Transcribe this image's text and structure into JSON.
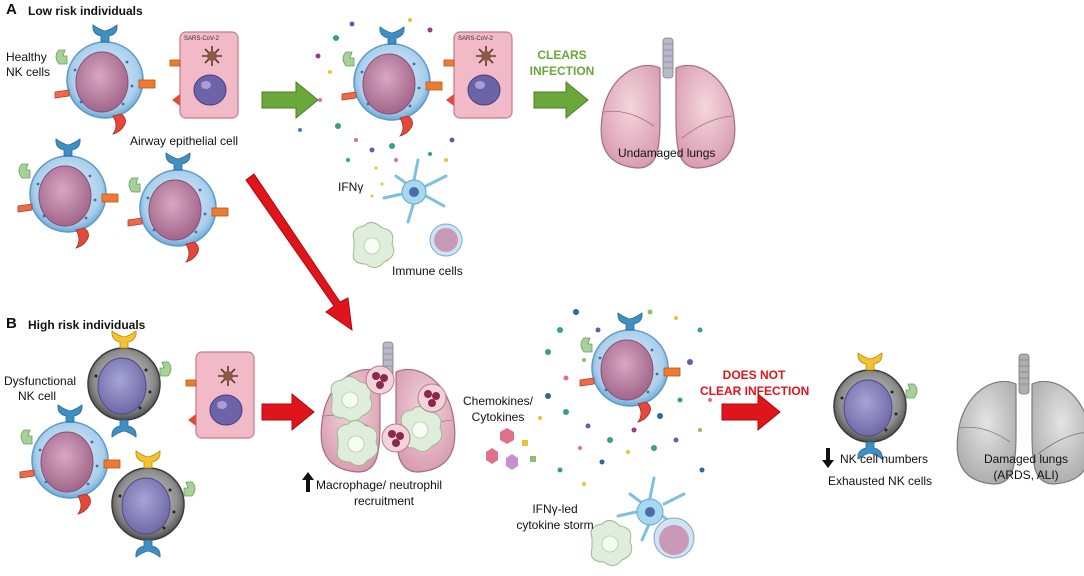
{
  "panel_a": {
    "letter": "A",
    "title": "Low risk individuals",
    "healthy_nk_line1": "Healthy",
    "healthy_nk_line2": "NK cells",
    "airway_cell": "Airway epithelial cell",
    "virus_label": "SARS-CoV-2",
    "virus_label_2": "SARS-CoV-2",
    "clears_line1": "CLEARS",
    "clears_line2": "INFECTION",
    "ifn": "IFNγ",
    "immune_cells": "Immune cells",
    "lungs": "Undamaged lungs"
  },
  "panel_b": {
    "letter": "B",
    "title": "High risk individuals",
    "dys_line1": "Dysfunctional",
    "dys_line2": "NK cell",
    "chemo_line1": "Chemokines/",
    "chemo_line2": "Cytokines",
    "macro_line1": "Macrophage/ neutrophil",
    "macro_line2": "recruitment",
    "storm_line1": "IFNγ-led",
    "storm_line2": "cytokine storm",
    "not_clear_line1": "DOES NOT",
    "not_clear_line2": "CLEAR INFECTION",
    "nk_numbers": "NK cell numbers",
    "exhausted": "Exhausted NK cells",
    "damaged_line1": "Damaged lungs",
    "damaged_line2": "(ARDS, ALI)"
  },
  "colors": {
    "green_arrow": "#6aa83a",
    "red_arrow": "#e0141b",
    "healthy_cell": "#bcd9ef",
    "nucleus": "#b87a9c",
    "dysfunctional_cell": "#6e6e6e",
    "lung_pink": "#e7b8c6",
    "lung_grey": "#c8c8c8"
  }
}
